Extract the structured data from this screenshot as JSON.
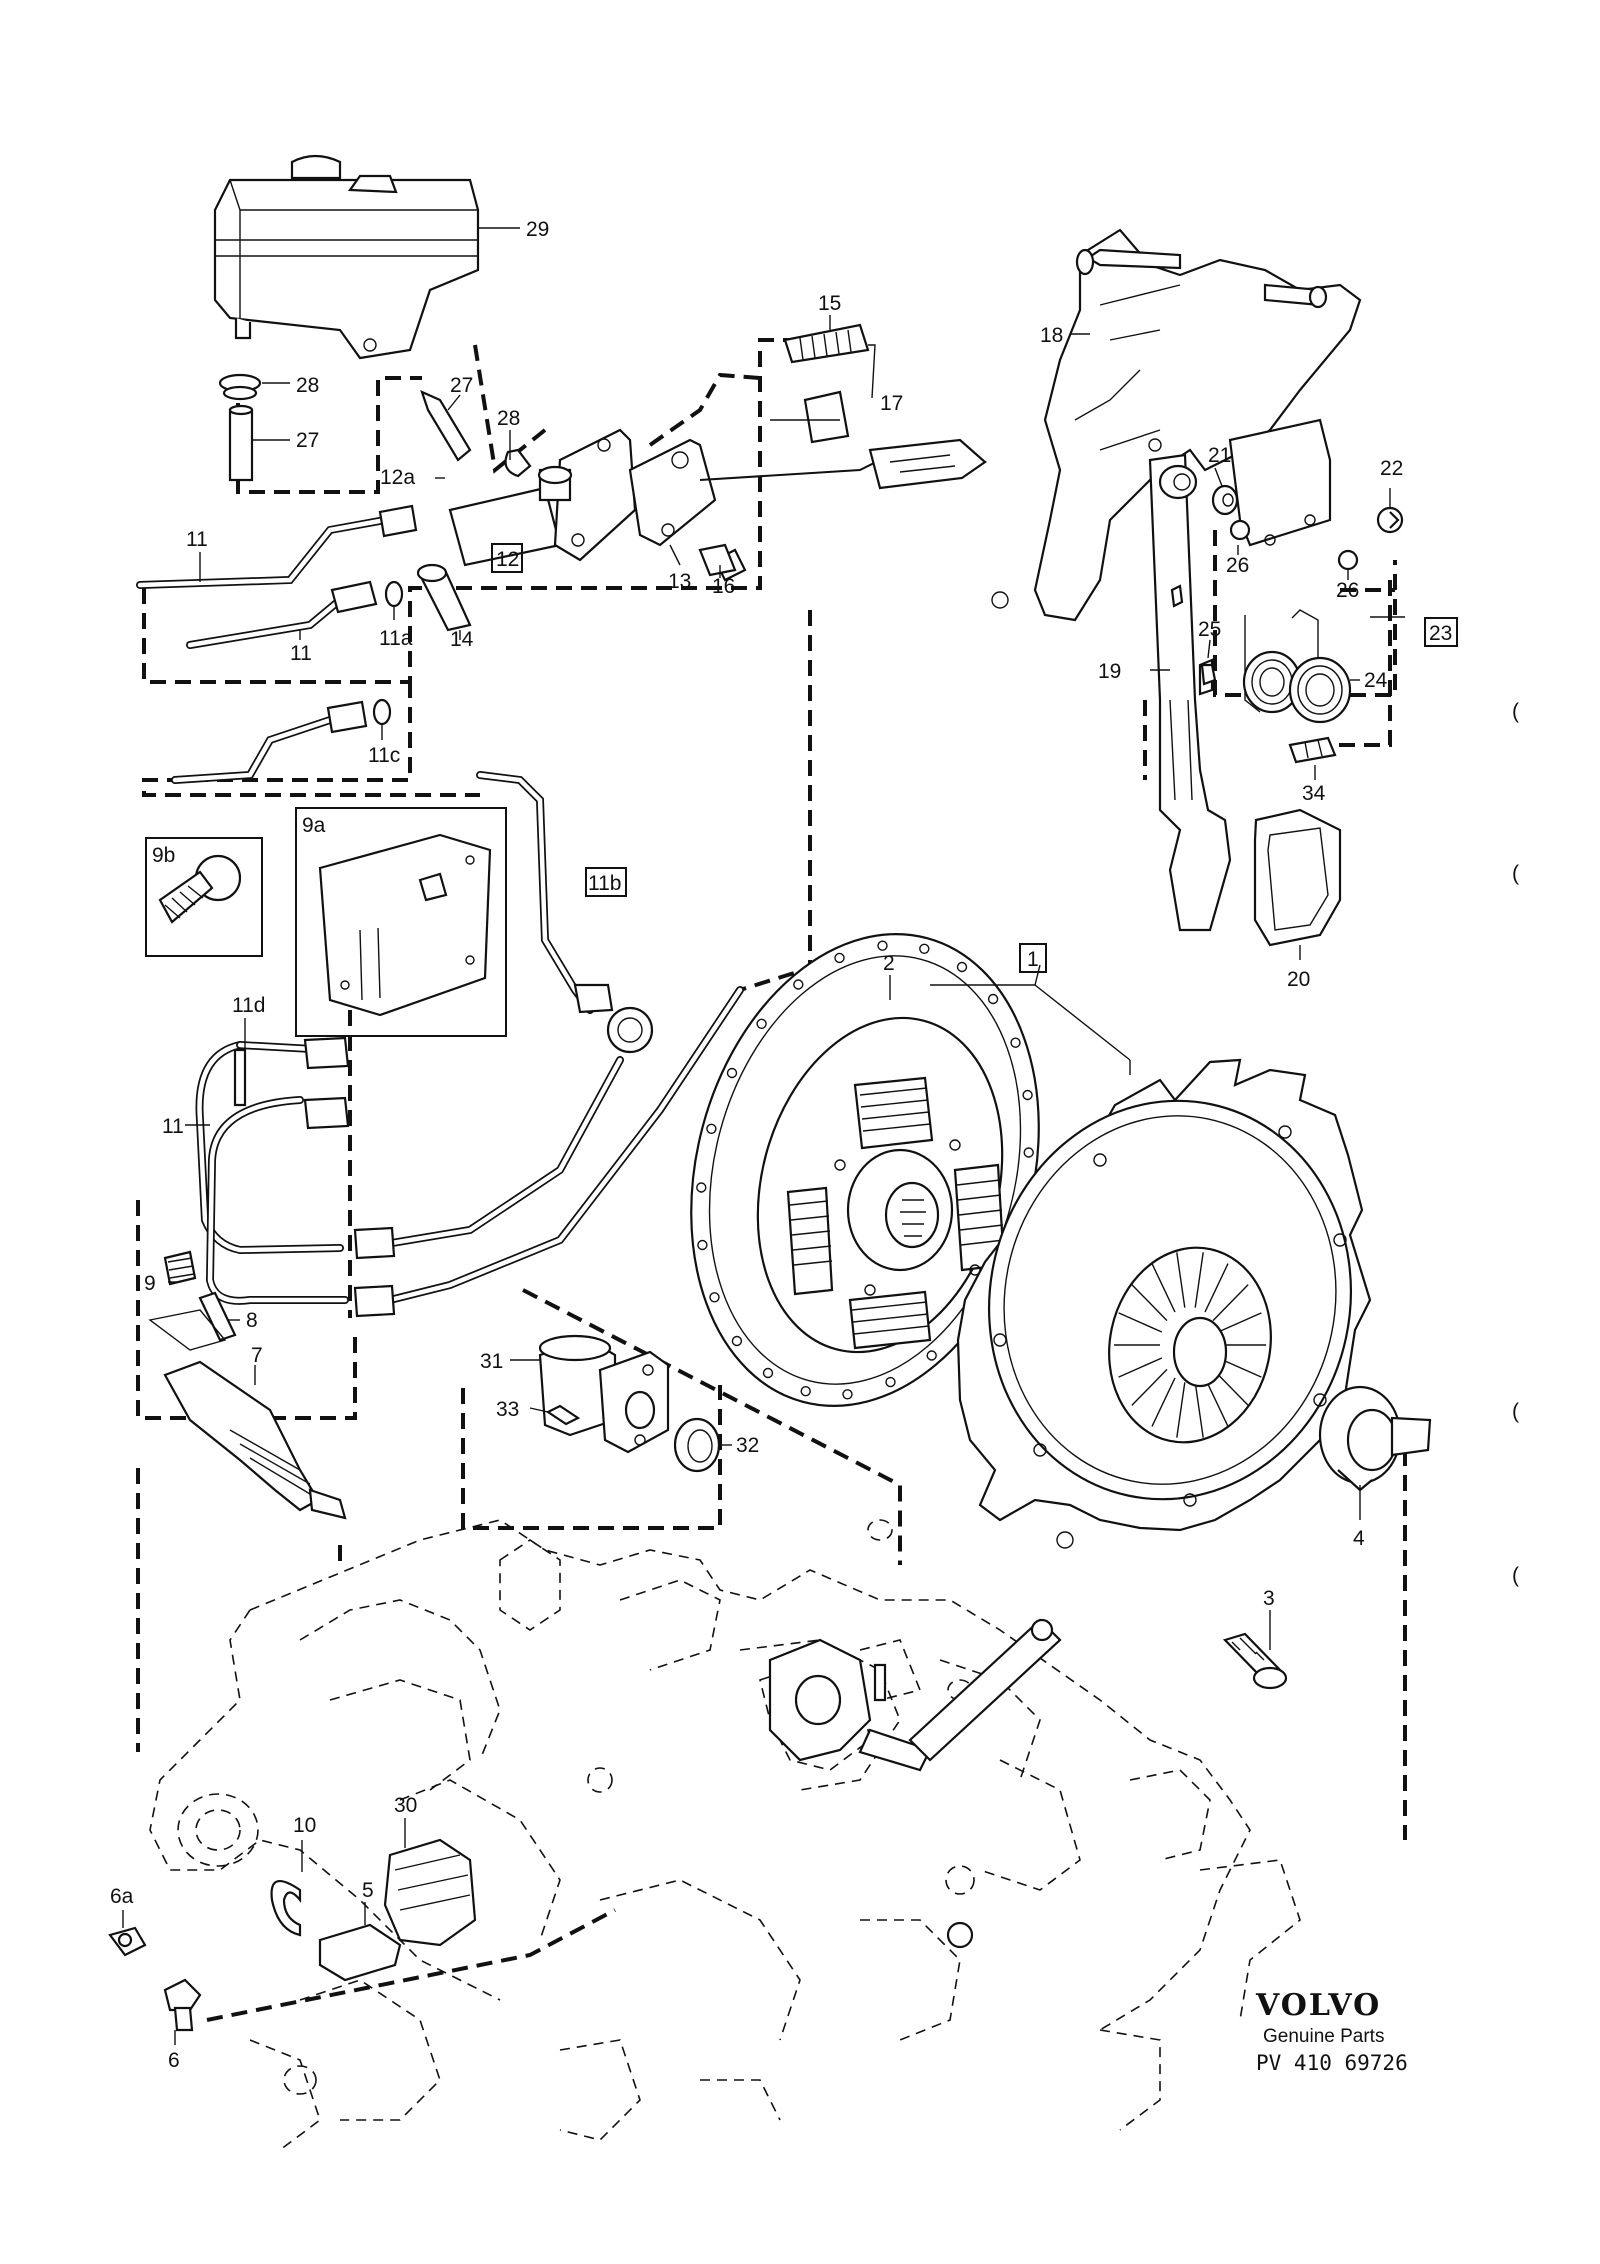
{
  "diagram": {
    "callouts": {
      "c29": "29",
      "c28a": "28",
      "c27a": "27",
      "c27b": "27",
      "c28b": "28",
      "c12a": "12a",
      "c11a": "11",
      "c11b": "11",
      "c11a2": "11a",
      "c14": "14",
      "c13": "13",
      "c16": "16",
      "c15": "15",
      "c17": "17",
      "c11c": "11c",
      "c9b": "9b",
      "c9a": "9a",
      "c11d": "11d",
      "c11e": "11",
      "c9": "9",
      "c8": "8",
      "c7": "7",
      "c2": "2",
      "c18": "18",
      "c21": "21",
      "c22": "22",
      "c26a": "26",
      "c26b": "26",
      "c25": "25",
      "c19": "19",
      "c24": "24",
      "c34": "34",
      "c20": "20",
      "c31": "31",
      "c33": "33",
      "c32": "32",
      "c4": "4",
      "c3": "3",
      "c10": "10",
      "c30": "30",
      "c5": "5",
      "c6a": "6a",
      "c6": "6"
    },
    "boxed_callouts": {
      "b12": "12",
      "b11b": "11b",
      "b1": "1",
      "b23": "23"
    },
    "margin_marks": [
      "(",
      "(",
      "(",
      "("
    ]
  },
  "brand": {
    "logo": "VOLVO",
    "subtitle": "Genuine Parts",
    "code": "PV 410 69726"
  }
}
